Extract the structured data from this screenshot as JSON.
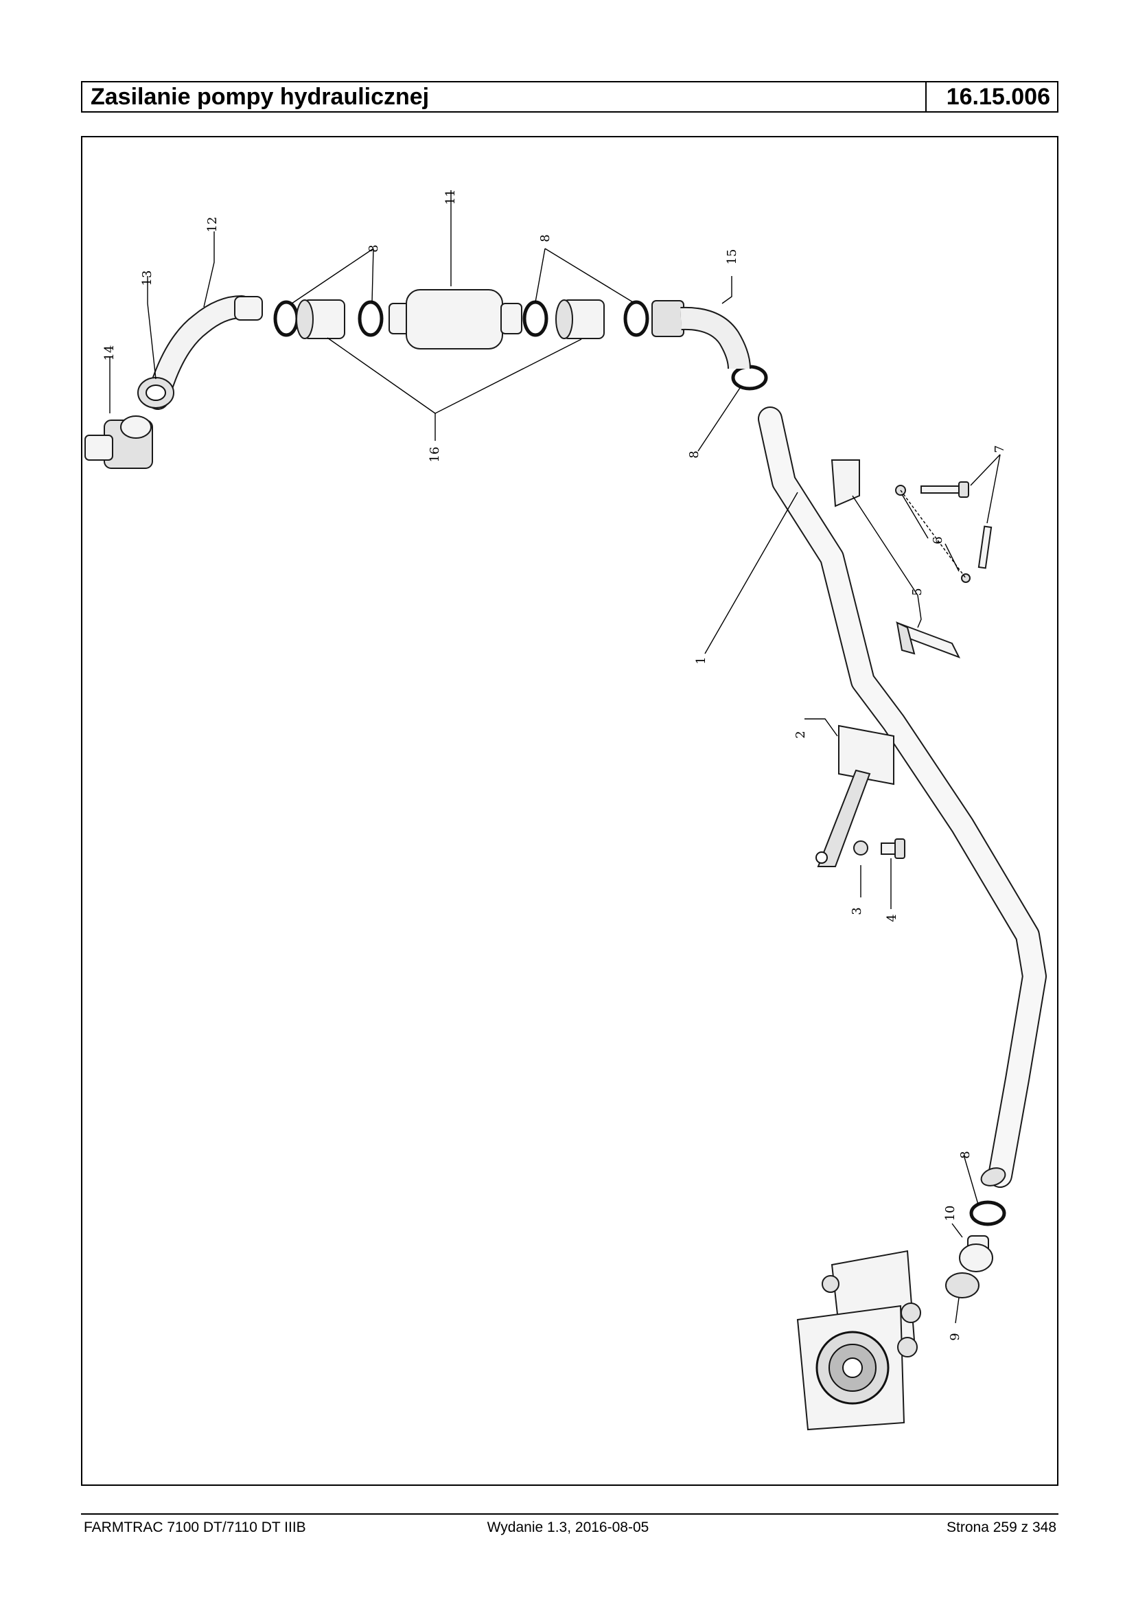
{
  "header": {
    "title": "Zasilanie pompy hydraulicznej",
    "code": "16.15.006"
  },
  "diagram": {
    "labels": {
      "l1": "1",
      "l2": "2",
      "l3": "3",
      "l4": "4",
      "l5": "5",
      "l6": "6",
      "l7": "7",
      "l8a": "8",
      "l8b": "8",
      "l8c": "8",
      "l8d": "8",
      "l9": "9",
      "l10": "10",
      "l11": "11",
      "l12": "12",
      "l13": "13",
      "l14": "14",
      "l15": "15",
      "l16": "16"
    }
  },
  "footer": {
    "left": "FARMTRAC 7100 DT/7110 DT IIIB",
    "center": "Wydanie 1.3,  2016-08-05",
    "right": "Strona 259 z 348"
  }
}
